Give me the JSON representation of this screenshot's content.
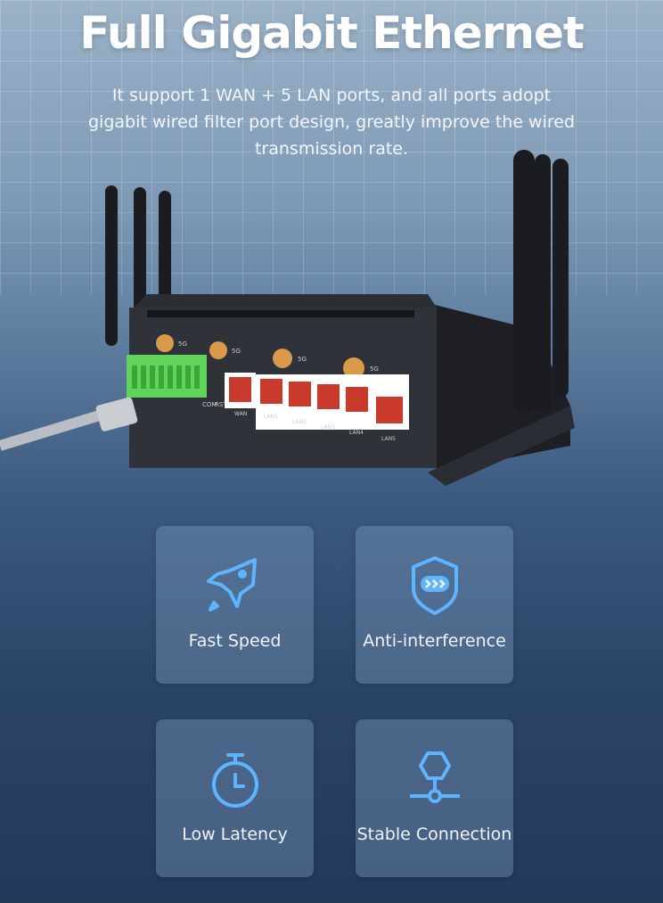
{
  "header": {
    "title": "Full Gigabit Ethernet",
    "subtitle": "It support 1 WAN + 5 LAN ports, and all ports adopt gigabit wired filter port design, greatly improve the wired transmission rate."
  },
  "router": {
    "antenna_label": "5G",
    "terminal_label": "COM",
    "reset_label": "RST",
    "ports": [
      "WAN",
      "LAN1",
      "LAN2",
      "LAN3",
      "LAN4",
      "LAN5"
    ]
  },
  "features": [
    {
      "label": "Fast Speed",
      "icon": "rocket-icon"
    },
    {
      "label": "Anti-interference",
      "icon": "shield-icon"
    },
    {
      "label": "Low Latency",
      "icon": "stopwatch-icon"
    },
    {
      "label": "Stable Connection",
      "icon": "network-node-icon"
    }
  ],
  "colors": {
    "accent": "#5fb4ff",
    "port_glow": "#e0412f",
    "terminal": "#5fd35a"
  }
}
